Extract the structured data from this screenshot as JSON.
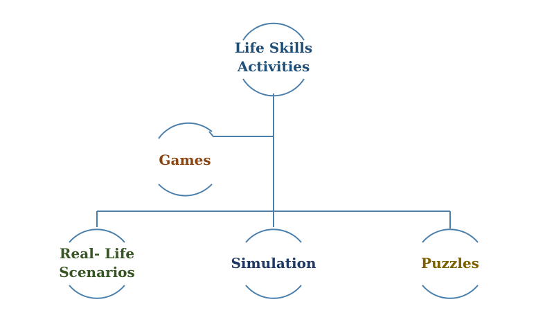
{
  "diagram": {
    "line_color": "#4a7eab",
    "nodes": {
      "root": {
        "label": "Life Skills\nActivities",
        "color": "#1f4e79"
      },
      "games": {
        "label": "Games",
        "color": "#8b4513"
      },
      "real_life": {
        "label": "Real- Life\nScenarios",
        "color": "#375623"
      },
      "simulation": {
        "label": "Simulation",
        "color": "#1f3864"
      },
      "puzzles": {
        "label": "Puzzles",
        "color": "#7f6000"
      }
    }
  }
}
